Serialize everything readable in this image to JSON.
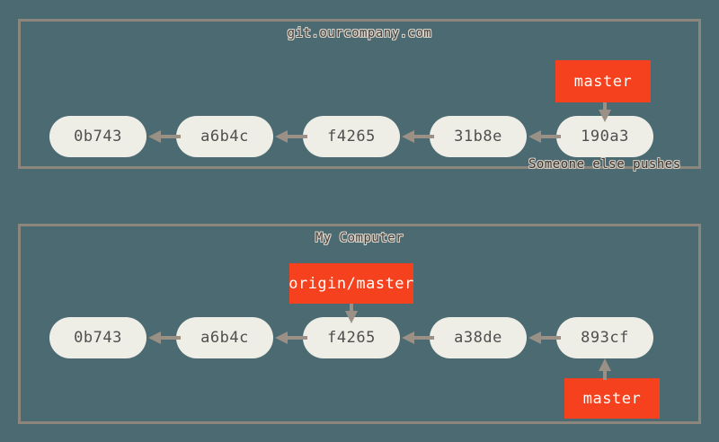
{
  "diagram": {
    "background_color": "#4c6a72",
    "panel_border_color": "#8d867d",
    "commit_fill_color": "#efeee6",
    "commit_text_color": "#4f4f4f",
    "branch_label_color": "#f6411e",
    "arrow_color": "#9a9086"
  },
  "remote_panel": {
    "title": "git.ourcompany.com",
    "commits": [
      {
        "id": "0b743"
      },
      {
        "id": "a6b4c"
      },
      {
        "id": "f4265"
      },
      {
        "id": "31b8e"
      },
      {
        "id": "190a3"
      }
    ],
    "branch_label": "master",
    "annotation": "Someone else pushes"
  },
  "local_panel": {
    "title": "My Computer",
    "commits": [
      {
        "id": "0b743"
      },
      {
        "id": "a6b4c"
      },
      {
        "id": "f4265"
      },
      {
        "id": "a38de"
      },
      {
        "id": "893cf"
      }
    ],
    "tracking_label": "origin/master",
    "branch_label": "master"
  }
}
